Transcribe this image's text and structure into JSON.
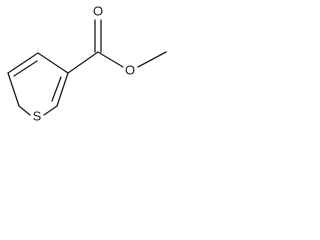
{
  "molecule": {
    "atoms": {
      "ring_sulfur": "S",
      "carbonyl_oxygen": "O",
      "ester_oxygen": "O"
    }
  }
}
